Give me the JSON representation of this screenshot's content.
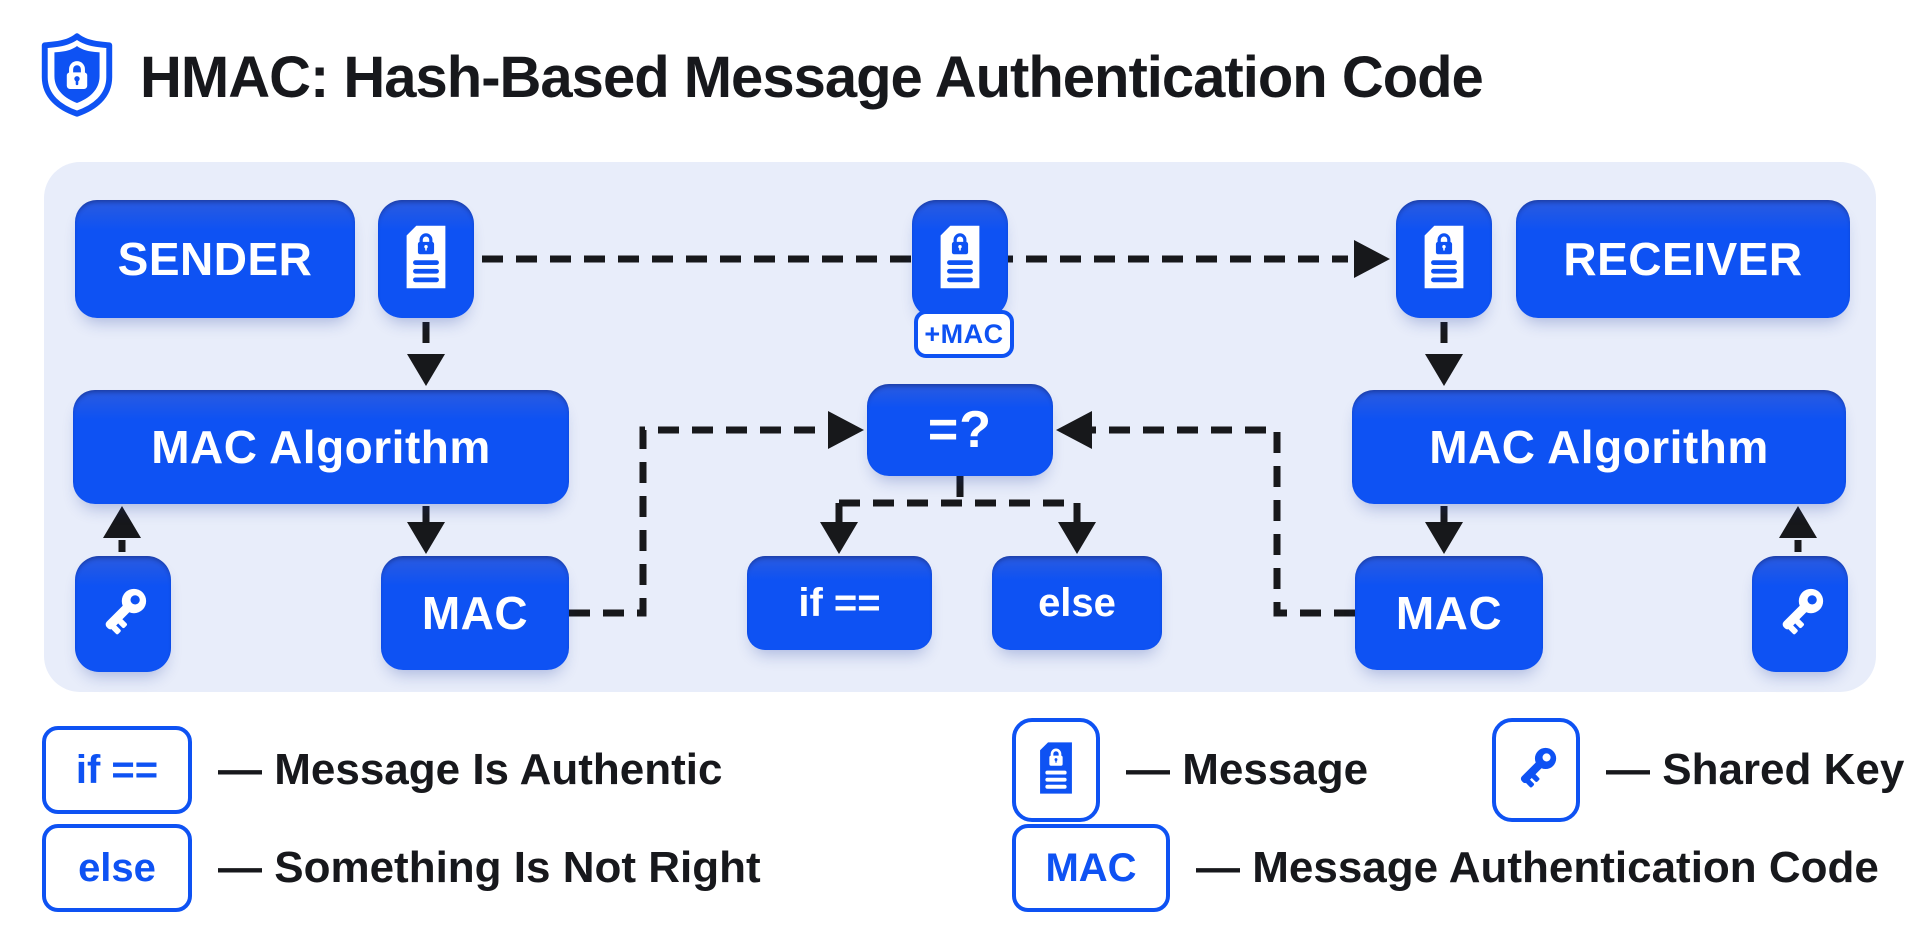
{
  "header": {
    "title": "HMAC: Hash-Based Message Authentication Code",
    "icon": "shield-lock-icon"
  },
  "diagram": {
    "row1": {
      "sender": "SENDER",
      "receiver": "RECEIVER",
      "plus_mac_badge": "+MAC",
      "sender_message_icon": "message-icon",
      "transit_message_icon": "message-icon",
      "receiver_message_icon": "message-icon"
    },
    "row2": {
      "mac_algorithm_left": "MAC Algorithm",
      "compare": "=?",
      "mac_algorithm_right": "MAC Algorithm"
    },
    "row3": {
      "shared_key_left_icon": "key-icon",
      "mac_left": "MAC",
      "if_box": "if ==",
      "else_box": "else",
      "mac_right": "MAC",
      "shared_key_right_icon": "key-icon"
    }
  },
  "legend": {
    "items": [
      {
        "chip": "if ==",
        "chip_type": "text",
        "label": "— Message Is Authentic"
      },
      {
        "chip": "else",
        "chip_type": "text",
        "label": "— Something Is Not Right"
      },
      {
        "chip": "message-icon",
        "chip_type": "icon",
        "label": "— Message"
      },
      {
        "chip": "MAC",
        "chip_type": "text",
        "label": "— Message Authentication Code"
      },
      {
        "chip": "key-icon",
        "chip_type": "icon",
        "label": "— Shared Key"
      }
    ]
  },
  "colors": {
    "accent_blue": "#0E52F3",
    "panel_bg": "#E8EDFA",
    "text_dark": "#17181C",
    "arrow_black": "#17181B"
  }
}
